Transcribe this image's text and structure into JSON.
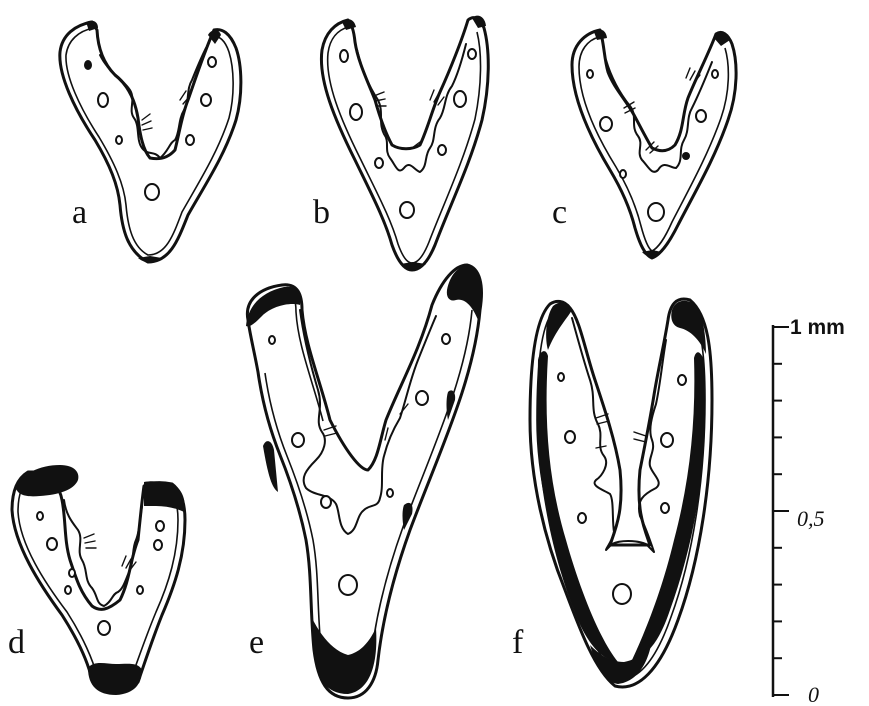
{
  "panels": [
    {
      "id": "a",
      "label": "a"
    },
    {
      "id": "b",
      "label": "b"
    },
    {
      "id": "c",
      "label": "c"
    },
    {
      "id": "d",
      "label": "d"
    },
    {
      "id": "e",
      "label": "e"
    },
    {
      "id": "f",
      "label": "f"
    }
  ],
  "scale_bar": {
    "top_label": "1 mm",
    "mid_label": "0,5",
    "bottom_label": "0",
    "minor_divisions": 10
  },
  "colors": {
    "ink": "#111111",
    "background": "#ffffff"
  }
}
